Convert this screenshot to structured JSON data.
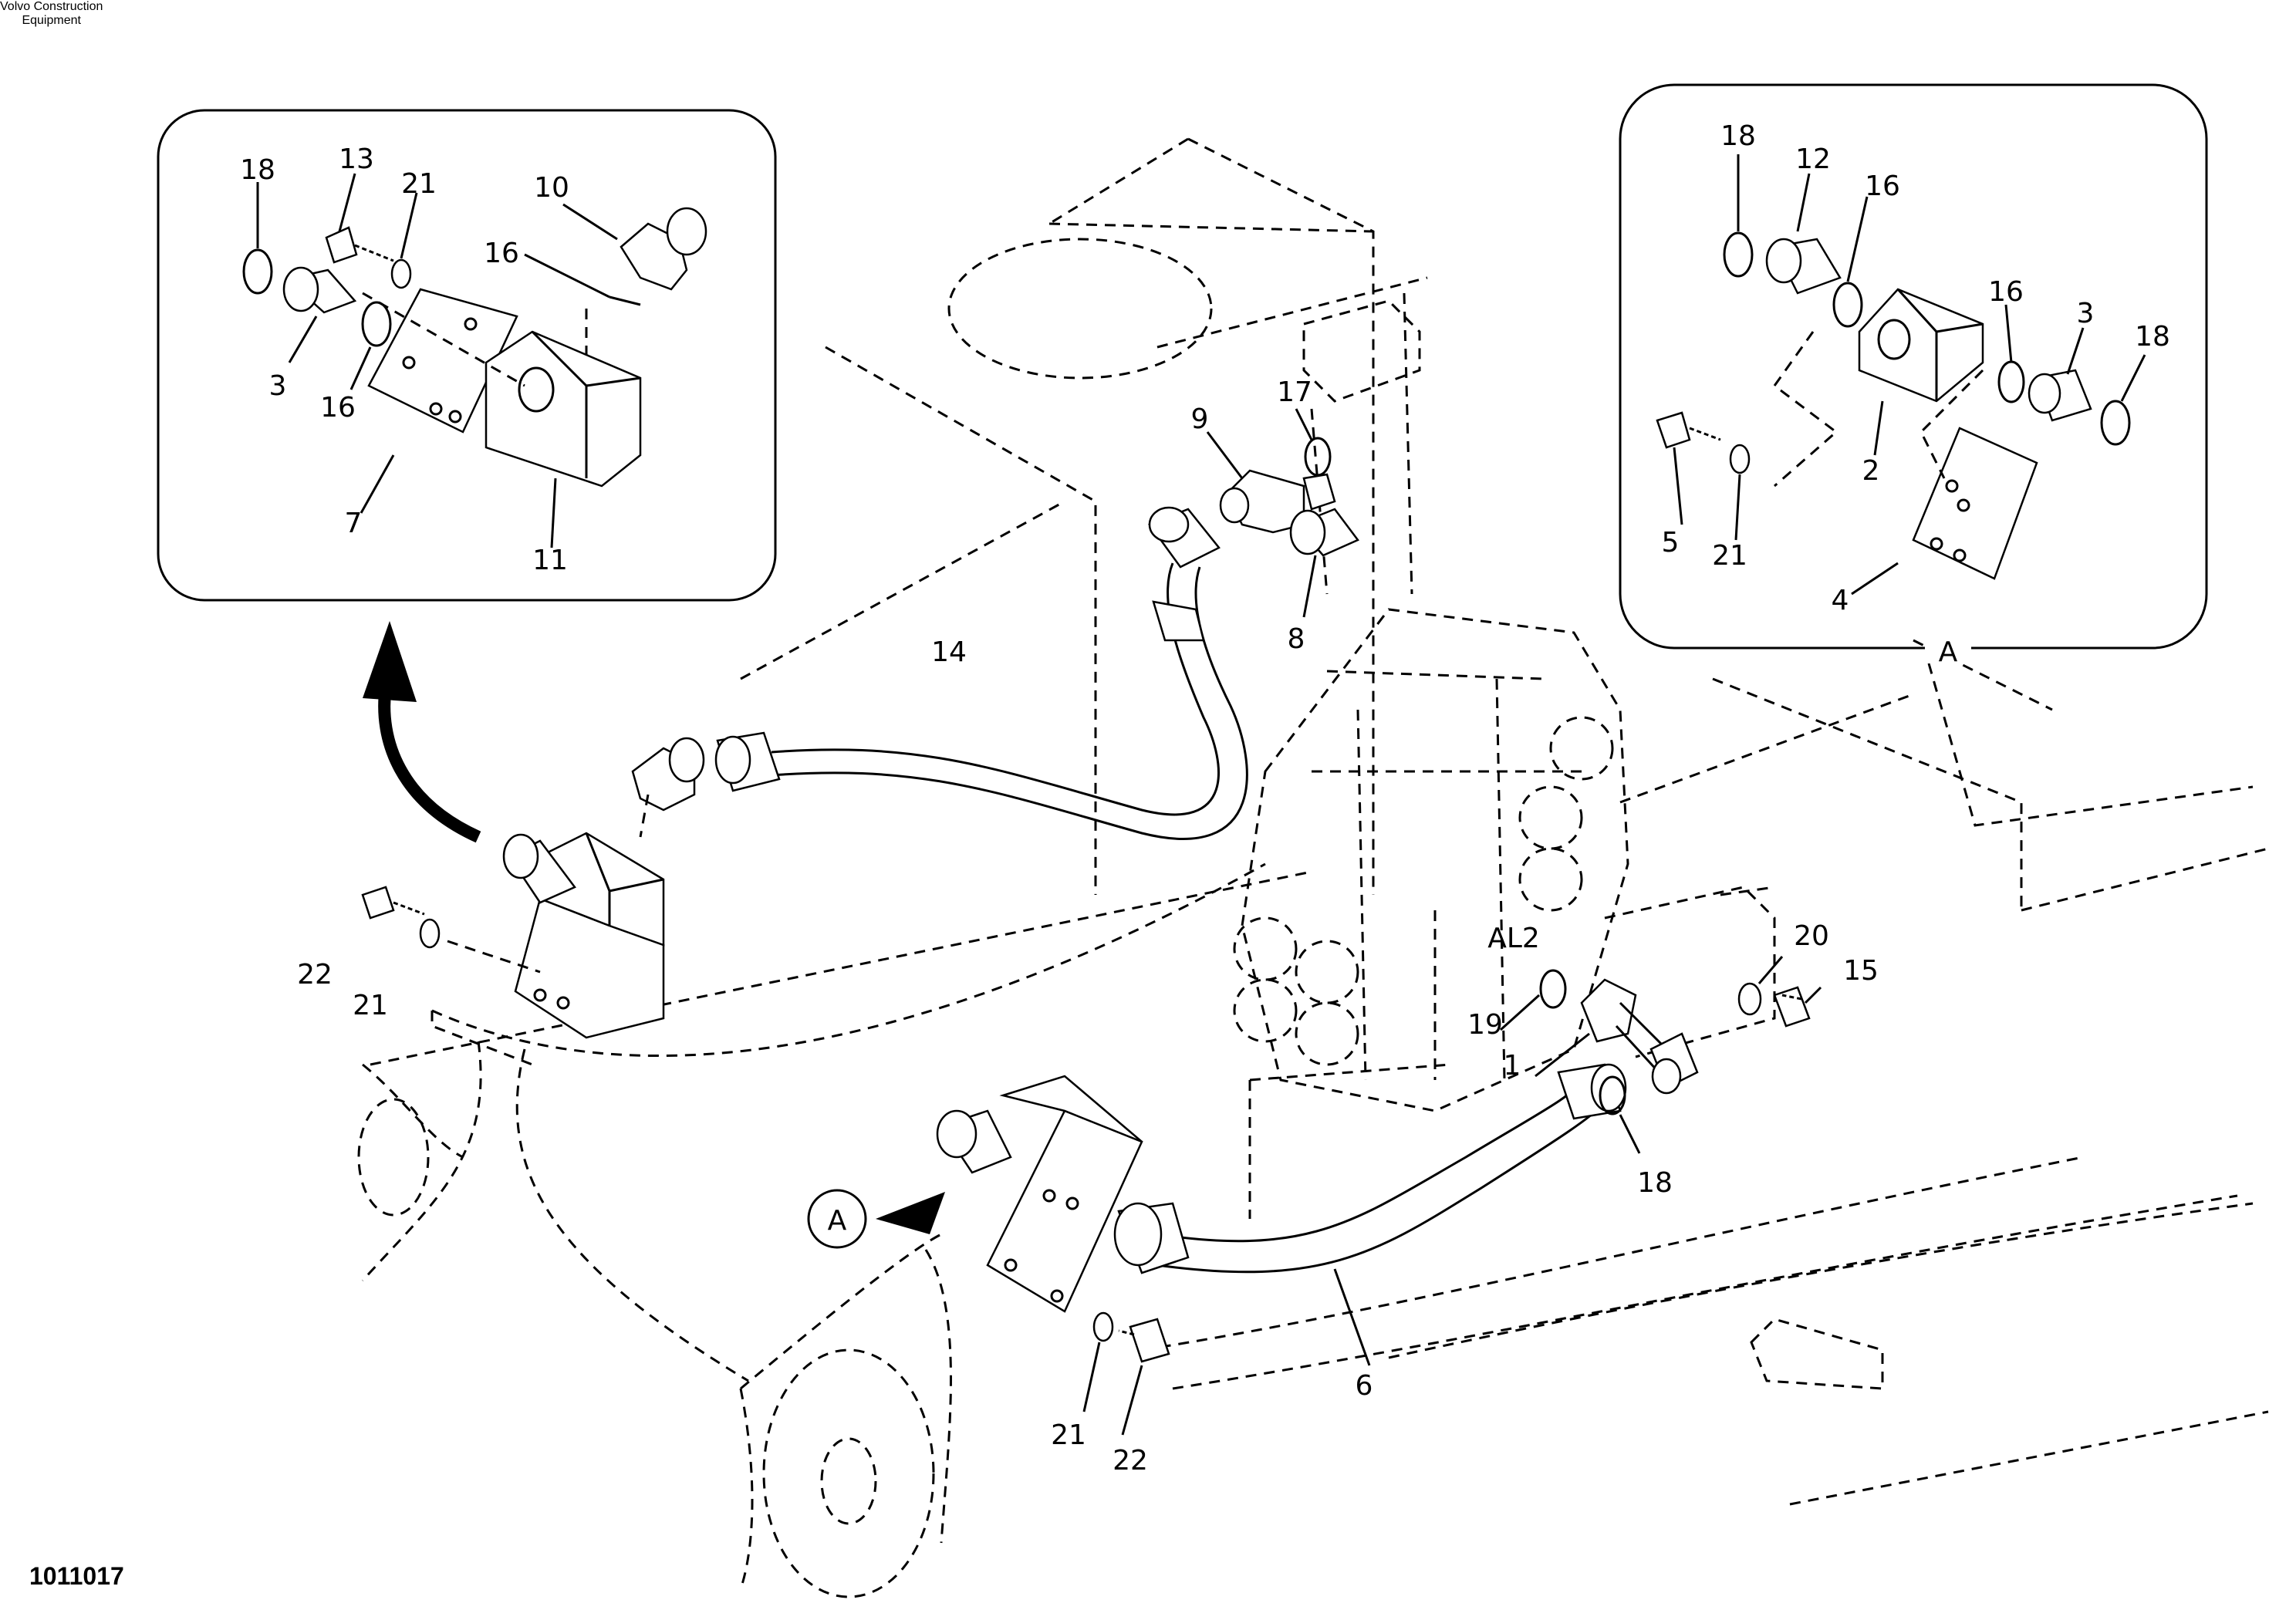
{
  "labels": {
    "inset_left": [
      "18",
      "13",
      "21",
      "10",
      "16",
      "3",
      "16",
      "7",
      "11"
    ],
    "inset_right": [
      "18",
      "12",
      "16",
      "16",
      "3",
      "18",
      "5",
      "21",
      "2",
      "4"
    ],
    "inset_right_caption": "A",
    "main": [
      "9",
      "17",
      "8",
      "14",
      "22",
      "21",
      "20",
      "15",
      "19",
      "1",
      "18",
      "6",
      "21",
      "22"
    ],
    "view_marker": "A",
    "al_label": "AL2"
  },
  "footer": {
    "maker_line1": "Volvo Construction",
    "maker_line2": "Equipment",
    "drawing_number": "1011017"
  }
}
